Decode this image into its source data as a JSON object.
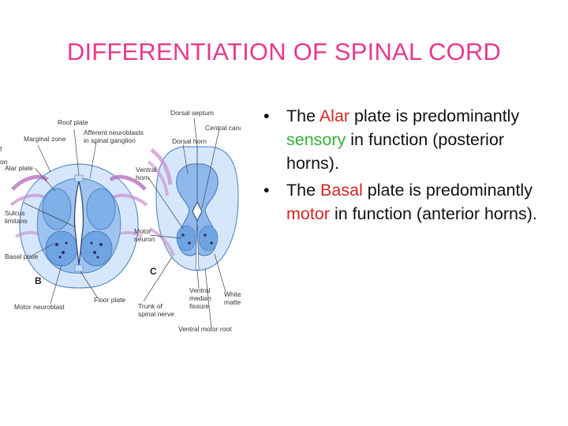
{
  "slide": {
    "title": "DIFFERENTIATION OF SPINAL CORD"
  },
  "figure_labels": {
    "roof_plate": "Roof plate",
    "marginal_zone": "Marginal zone",
    "afferent_1": "Afferent neuroblasts",
    "afferent_2": "in spinal ganglion",
    "alar_plate": "Alar plate",
    "sulcus_1": "Sulcus",
    "sulcus_2": "limitans",
    "basal_plate": "Basal plate",
    "panel_b": "B",
    "motor_neuroblast": "Motor neuroblast",
    "floor_plate": "Floor plate",
    "dorsal_septum": "Dorsal septum",
    "central_canal": "Central canal",
    "dorsal_horn": "Dorsal horn",
    "ventral_horn_1": "Ventral",
    "ventral_horn_2": "horn",
    "motor_neuron_1": "Motor",
    "motor_neuron_2": "neuron",
    "panel_c": "C",
    "trunk_1": "Trunk of",
    "trunk_2": "spinal nerve",
    "vmf_1": "Ventral",
    "vmf_2": "median",
    "vmf_3": "fissure",
    "white_1": "White",
    "white_2": "matter",
    "ventral_motor_root": "Ventral motor root",
    "cut_1": "f",
    "cut_2": "on"
  },
  "bullets": [
    {
      "pre": "The ",
      "term1": "Alar",
      "mid": " plate is predominantly ",
      "term2": "sensory",
      "post": " in function (posterior horns)."
    },
    {
      "pre": "The ",
      "term1": "Basal",
      "mid": " plate is predominantly ",
      "term2": "motor",
      "post": " in function (anterior horns)."
    }
  ],
  "bullet_symbol": "•",
  "colors": {
    "title": "#e8398d",
    "term": "#d62424",
    "sensory": "#35b135",
    "motor": "#d62424"
  }
}
